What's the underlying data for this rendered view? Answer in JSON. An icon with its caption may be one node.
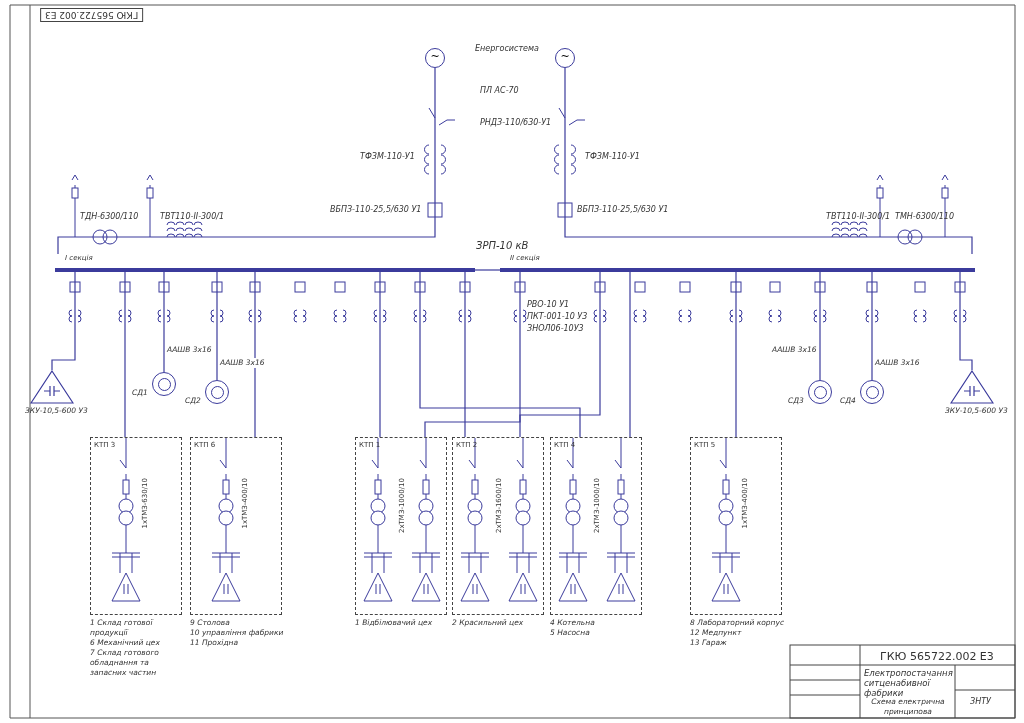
{
  "diagram": {
    "nodes": [
      {
        "text": [
          "І секція"
        ]
      },
      {
        "text": [
          "ІІ секція"
        ]
      },
      {
        "text": [
          "КТП 3",
          "1хТМЗ-630/10"
        ],
        "beside": [
          "1 Склад готової продукції",
          "6 Механічний цех",
          "7 Склад готового обладнання та запасних частин"
        ]
      },
      {
        "text": [
          "КТП 6",
          "1хТМЗ-400/10"
        ],
        "beside": [
          "9 Столова",
          "10 управління фабрики",
          "11 Прохідна"
        ]
      },
      {
        "text": [
          "КТП 1",
          "2хТМЗ-1000/10"
        ],
        "beside": [
          "1 Відбілювачий цех"
        ]
      },
      {
        "text": [
          "КТП 2",
          "2хТМЗ-1600/10"
        ],
        "beside": [
          "2 Красильний цех"
        ]
      },
      {
        "text": [
          "КТП 4",
          "2хТМЗ-1000/10"
        ],
        "beside": [
          "4 Котельна",
          "5 Насосна"
        ]
      },
      {
        "text": [
          "КТП 5",
          "1хТМЗ-400/10"
        ],
        "beside": [
          "8 Лабораторний корпус",
          "12 Медпункт",
          "13 Гараж"
        ]
      },
      {
        "text": [],
        "shape": "circle",
        "beside": [
          "СД1"
        ]
      },
      {
        "text": [],
        "shape": "circle",
        "beside": [
          "СД2"
        ]
      },
      {
        "text": [],
        "shape": "circle",
        "beside": [
          "СД3"
        ]
      },
      {
        "text": [],
        "shape": "circle",
        "beside": [
          "СД4"
        ]
      },
      {
        "text": [
          "~"
        ]
      },
      {
        "text": [
          "~"
        ]
      },
      {
        "text": [],
        "shape": "triangle",
        "beside": [
          "ЗКУ-10,5-600 У3"
        ]
      },
      {
        "text": [],
        "shape": "triangle",
        "beside": [
          "ЗКУ-10,5-600 У3"
        ]
      }
    ],
    "edges": [
      {
        "from": 12,
        "to": 0,
        "arrow": "none"
      },
      {
        "from": 13,
        "to": 1,
        "arrow": "none"
      },
      {
        "from": 0,
        "to": 1,
        "arrow": "none"
      },
      {
        "from": 0,
        "to": 2,
        "arrow": "none"
      },
      {
        "from": 0,
        "to": 3,
        "arrow": "none"
      },
      {
        "from": 0,
        "to": 4,
        "arrow": "none"
      },
      {
        "from": 1,
        "to": 4,
        "arrow": "none"
      },
      {
        "from": 0,
        "to": 5,
        "arrow": "none"
      },
      {
        "from": 1,
        "to": 5,
        "arrow": "none"
      },
      {
        "from": 0,
        "to": 6,
        "arrow": "none"
      },
      {
        "from": 1,
        "to": 6,
        "arrow": "none"
      },
      {
        "from": 1,
        "to": 7,
        "arrow": "none"
      },
      {
        "from": 0,
        "to": 8,
        "arrow": "none",
        "label": "ААШВ 3х16"
      },
      {
        "from": 0,
        "to": 9,
        "arrow": "none",
        "label": "ААШВ 3х16"
      },
      {
        "from": 1,
        "to": 10,
        "arrow": "none",
        "label": "ААШВ 3х16"
      },
      {
        "from": 1,
        "to": 11,
        "arrow": "none",
        "label": "ААШВ 3х16"
      },
      {
        "from": 0,
        "to": 14,
        "arrow": "none"
      },
      {
        "from": 1,
        "to": 15,
        "arrow": "none"
      }
    ],
    "labels": [
      "Енергосистема",
      "ПЛ АС-70",
      "РНДЗ-110/630-У1",
      "ТФЗМ-110-У1",
      "ТФЗМ-110-У1",
      "ВБПЗ-110-25,5/630 У1",
      "ВБПЗ-110-25,5/630 У1",
      "ТДН-6300/110",
      "ТВТ110-ІІ-300/1",
      "ТВТ110-ІІ-300/1",
      "ТМН-6300/110",
      "ЗРП-10 кВ",
      "РВО-10 У1",
      "ПКТ-001-10 У3",
      "ЗНОЛ06-10У3",
      "ГКЮ 565722.002 Е3",
      "Електропостачання ситценабивної фабрики",
      "Схема електрична принципова",
      "ЗНТУ",
      "ГКЮ 565722.002 Е3"
    ]
  }
}
